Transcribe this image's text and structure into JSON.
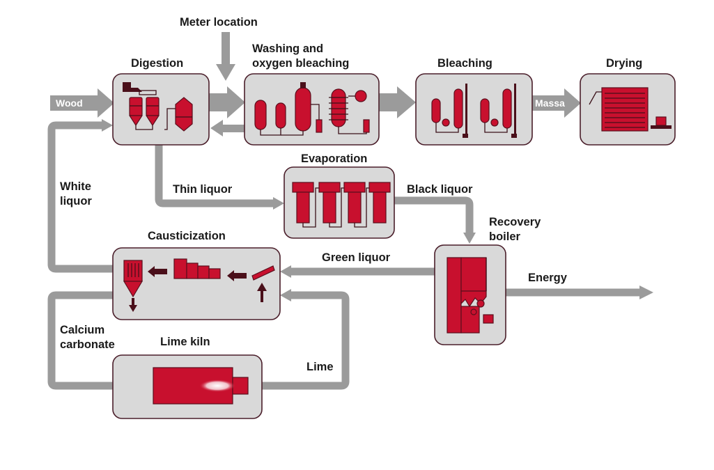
{
  "labels": {
    "meter_location": "Meter location",
    "digestion": "Digestion",
    "washing_line1": "Washing and",
    "washing_line2": "oxygen bleaching",
    "bleaching": "Bleaching",
    "drying": "Drying",
    "wood": "Wood",
    "massa": "Massa",
    "evaporation": "Evaporation",
    "thin_liquor": "Thin liquor",
    "black_liquor": "Black liquor",
    "white_liquor_line1": "White",
    "white_liquor_line2": "liquor",
    "recovery_line1": "Recovery",
    "recovery_line2": "boiler",
    "causticization": "Causticization",
    "green_liquor": "Green liquor",
    "energy": "Energy",
    "calcium_line1": "Calcium",
    "calcium_line2": "carbonate",
    "lime_kiln": "Lime kiln",
    "lime": "Lime"
  },
  "colors": {
    "equipment": "#c8102e",
    "box_fill": "#d9d9d9",
    "box_border": "#4a1e2a",
    "pipe": "#9b9b9b"
  }
}
